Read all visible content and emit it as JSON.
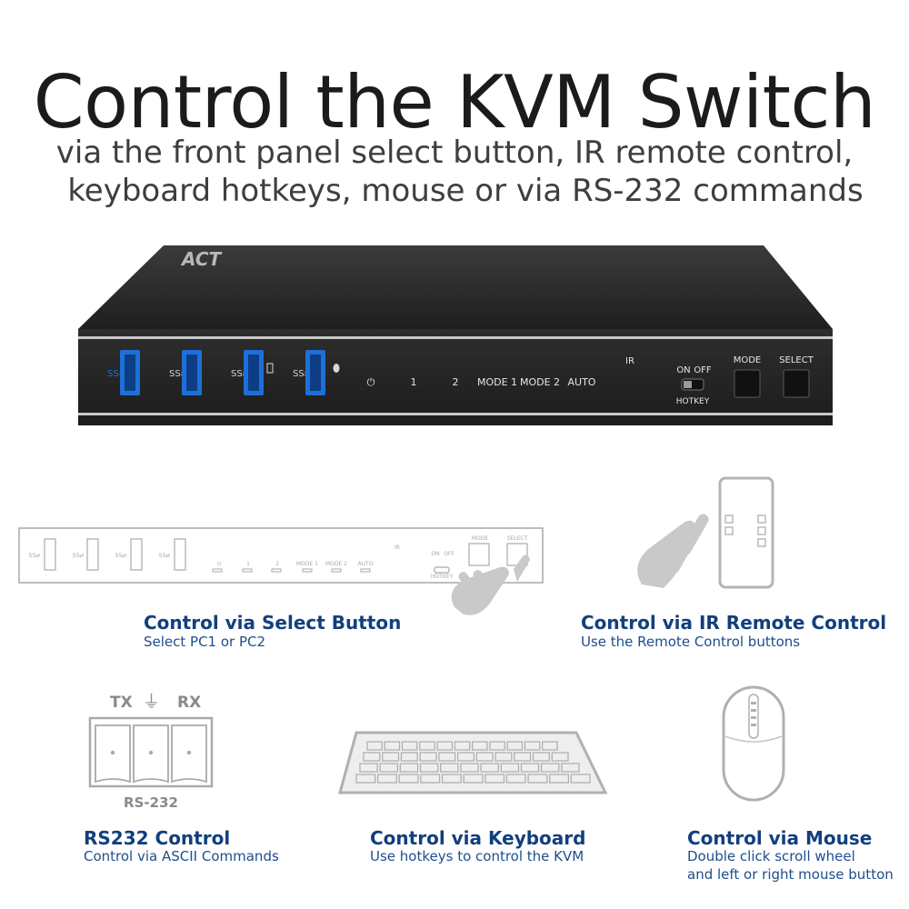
{
  "heading": {
    "title": "Control the KVM Switch",
    "subtitle_line1": "via the front panel select button, IR remote control,",
    "subtitle_line2": "keyboard hotkeys, mouse or via RS-232 commands"
  },
  "device": {
    "brand": "ACT",
    "usb_port_count": 4,
    "usb_symbol": "SS⇄",
    "indicator_labels": [
      "⏻",
      "1",
      "2",
      "MODE 1",
      "MODE 2",
      "AUTO"
    ],
    "ir_label": "IR",
    "hotkey_on": "ON",
    "hotkey_off": "OFF",
    "hotkey_label": "HOTKEY",
    "mode_button": "MODE",
    "select_button": "SELECT"
  },
  "features": {
    "select": {
      "title": "Control via Select Button",
      "desc": "Select PC1 or PC2"
    },
    "ir": {
      "title": "Control via IR Remote Control",
      "desc": "Use the Remote Control buttons"
    },
    "rs232": {
      "title": "RS232 Control",
      "desc": "Control via ASCII Commands"
    },
    "keyboard": {
      "title": "Control via Keyboard",
      "desc": "Use hotkeys to control the KVM"
    },
    "mouse": {
      "title": "Control via Mouse",
      "desc_line1": "Double click scroll wheel",
      "desc_line2": "and left or right mouse button"
    }
  },
  "rs232_pins": {
    "tx": "TX",
    "gnd": "⏚",
    "rx": "RX",
    "label": "RS-232"
  },
  "colors": {
    "title": "#1b1b1b",
    "feature_title": "#123f7e",
    "feature_desc": "#1d4e8e",
    "device_body": "#2b2b2b",
    "usb_blue": "#1f6fd8",
    "line_gray": "#a9a9a9"
  }
}
